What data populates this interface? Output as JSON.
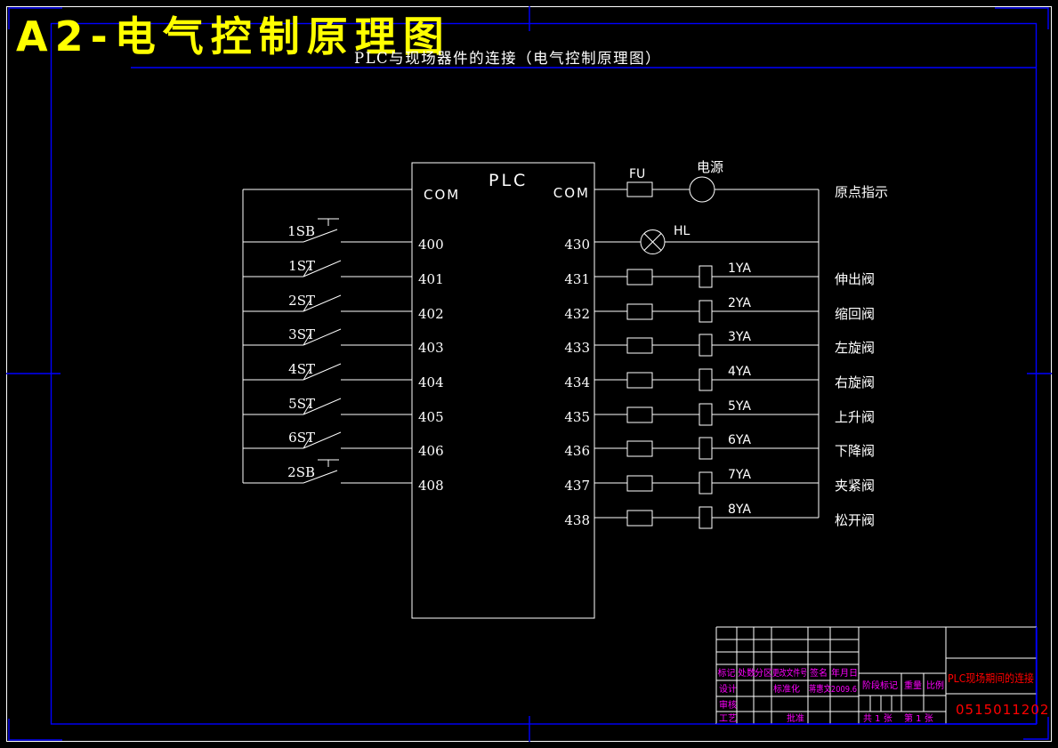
{
  "drawing": {
    "sheet_title": "A2-电气控制原理图",
    "diagram_title": "PLC与现场器件的连接（电气控制原理图）"
  },
  "plc": {
    "label": "PLC",
    "com_left": "COM",
    "com_right": "COM"
  },
  "power_row": {
    "fuse": "FU",
    "source": "电源",
    "note": "原点指示"
  },
  "lamp_row": {
    "terminal": "430",
    "lamp": "HL"
  },
  "inputs": [
    {
      "device": "1SB",
      "terminal": "400"
    },
    {
      "device": "1ST",
      "terminal": "401"
    },
    {
      "device": "2ST",
      "terminal": "402"
    },
    {
      "device": "3ST",
      "terminal": "403"
    },
    {
      "device": "4ST",
      "terminal": "404"
    },
    {
      "device": "5ST",
      "terminal": "405"
    },
    {
      "device": "6ST",
      "terminal": "406"
    },
    {
      "device": "2SB",
      "terminal": "408"
    }
  ],
  "outputs": [
    {
      "terminal": "431",
      "coil": "1YA",
      "valve": "伸出阀"
    },
    {
      "terminal": "432",
      "coil": "2YA",
      "valve": "缩回阀"
    },
    {
      "terminal": "433",
      "coil": "3YA",
      "valve": "左旋阀"
    },
    {
      "terminal": "434",
      "coil": "4YA",
      "valve": "右旋阀"
    },
    {
      "terminal": "435",
      "coil": "5YA",
      "valve": "上升阀"
    },
    {
      "terminal": "436",
      "coil": "6YA",
      "valve": "下降阀"
    },
    {
      "terminal": "437",
      "coil": "7YA",
      "valve": "夹紧阀"
    },
    {
      "terminal": "438",
      "coil": "8YA",
      "valve": "松开阀"
    }
  ],
  "title_block": {
    "headers": [
      "标记",
      "处数",
      "分区",
      "更改文件号",
      "签名",
      "年月日"
    ],
    "design": "设计",
    "standardization": "标准化",
    "signature": "蒋惠文2009.6",
    "audit": "审核",
    "process": "工艺",
    "approve": "批准",
    "stage_mark": "阶段标记",
    "weight": "重量",
    "scale": "比例",
    "sheet_count": "共 1 张",
    "sheet_index": "第 1 张",
    "project": "PLC现场期间的连接",
    "drawing_no": "0515011202"
  },
  "colors": {
    "background": "#000000",
    "wire": "#ffffff",
    "frame": "#0000ff",
    "title": "#ffff00",
    "block_text": "#ff00ff",
    "block_accent": "#ff0000"
  }
}
